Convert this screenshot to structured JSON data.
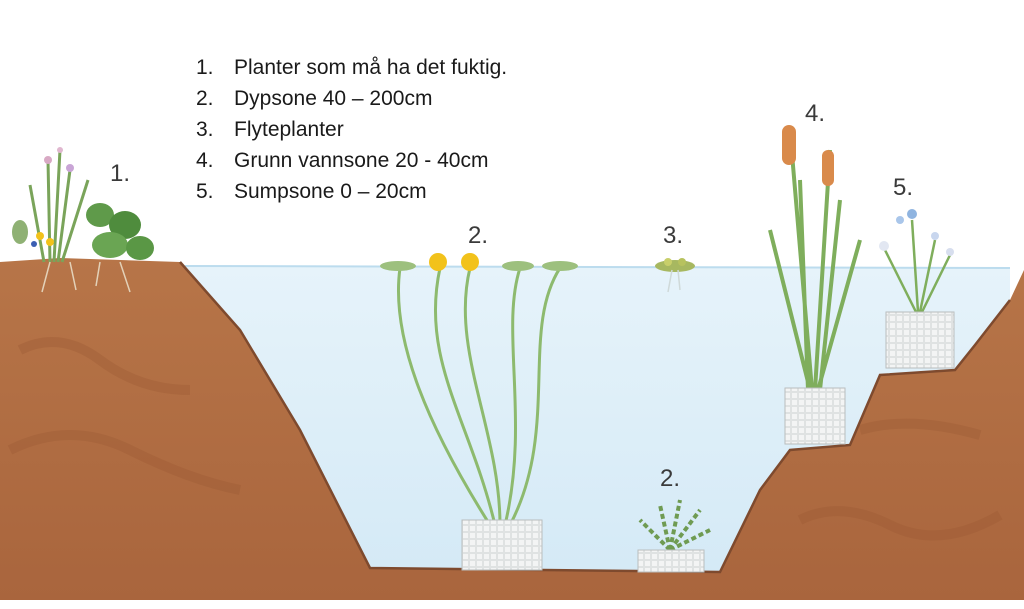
{
  "legend": [
    {
      "num": "1.",
      "text": "Planter som må ha det fuktig."
    },
    {
      "num": "2.",
      "text": "Dypsone 40 – 200cm"
    },
    {
      "num": "3.",
      "text": "Flyteplanter"
    },
    {
      "num": "4.",
      "text": "Grunn vannsone 20 - 40cm"
    },
    {
      "num": "5.",
      "text": "Sumpsone 0 – 20cm"
    }
  ],
  "labels": {
    "bank": "1.",
    "deep_top": "2.",
    "floating": "3.",
    "shallow": "4.",
    "marsh": "5.",
    "deep_bottom": "2."
  },
  "colors": {
    "soil": "#b5744a",
    "soil_dark": "#8f5333",
    "water": "#dceef8",
    "water_edge": "#c8e2f2",
    "plant_green": "#6c9a4e",
    "pot": "#d9dcdc",
    "flower_yellow": "#f2c21b",
    "cattail": "#d98a4b"
  }
}
